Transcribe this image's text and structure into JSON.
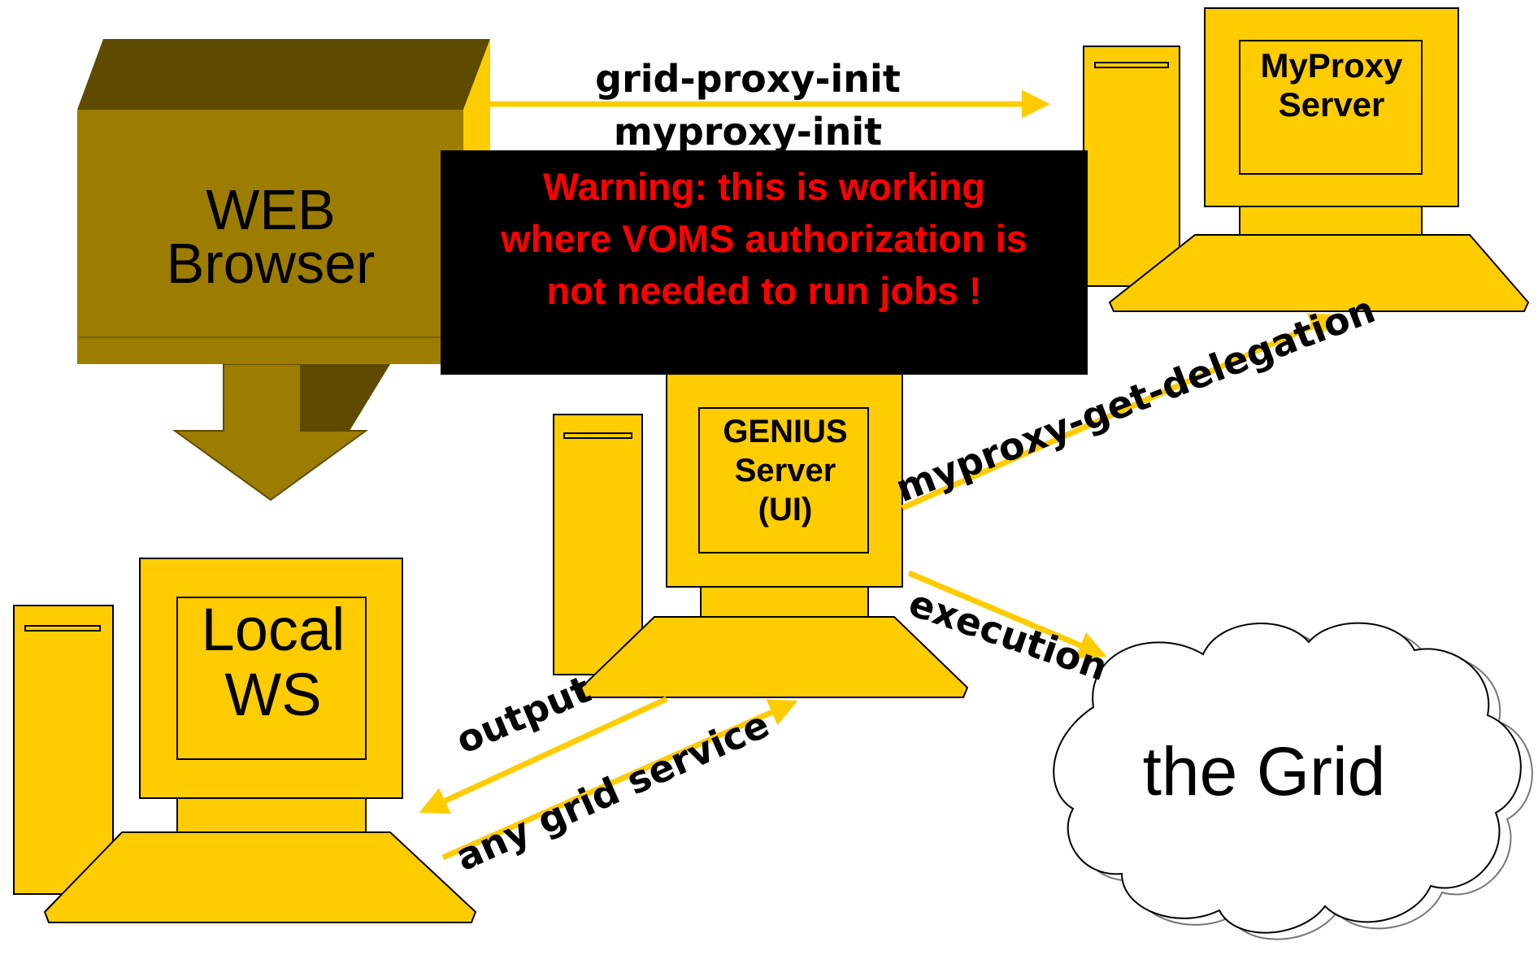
{
  "nodes": {
    "web_browser": {
      "line1": "WEB",
      "line2": "Browser"
    },
    "myproxy_server": {
      "line1": "MyProxy",
      "line2": "Server"
    },
    "genius_server": {
      "line1": "GENIUS",
      "line2": "Server",
      "line3": "(UI)"
    },
    "local_ws": {
      "line1": "Local",
      "line2": "WS"
    },
    "grid": {
      "label": "the Grid"
    }
  },
  "edges": {
    "grid_proxy_init": "grid-proxy-init",
    "myproxy_init": "myproxy-init",
    "myproxy_get_delegation": "myproxy-get-delegation",
    "execution": "execution",
    "output": "output",
    "any_grid_service": "any grid service"
  },
  "warning": {
    "line1": "Warning: this is working",
    "line2": "where VOMS authorization is",
    "line3": "not needed to run jobs !"
  },
  "colors": {
    "computer_fill": "#FFCC00",
    "browser_front": "#9C7D00",
    "browser_top": "#5E4B00",
    "arrow": "#FFCC00",
    "warning_bg": "#000000",
    "warning_text": "#FF0000"
  }
}
